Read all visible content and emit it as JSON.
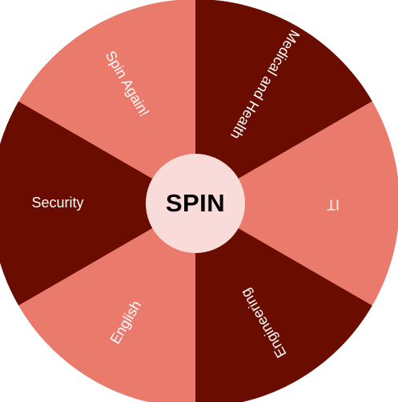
{
  "wheel": {
    "colors": {
      "dark": "#6b0c00",
      "light": "#ea7a6c",
      "hub": "#f9dcd9"
    },
    "segments": [
      {
        "label": "Medical and Health",
        "tone": "dark"
      },
      {
        "label": "IT",
        "tone": "light"
      },
      {
        "label": "Engineering",
        "tone": "dark"
      },
      {
        "label": "English",
        "tone": "light"
      },
      {
        "label": "Security",
        "tone": "dark"
      },
      {
        "label": "Spin Again!",
        "tone": "light"
      }
    ],
    "spin_label": "SPIN"
  }
}
